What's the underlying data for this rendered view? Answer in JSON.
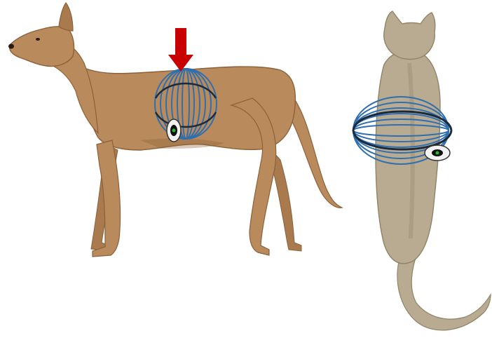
{
  "image": {
    "subjects": [
      {
        "id": "dog",
        "view": "side",
        "device": "coil-harness-with-sensor"
      },
      {
        "id": "cat",
        "view": "top-down",
        "device": "coil-harness-with-sensor"
      }
    ],
    "indicator": {
      "type": "arrow-down"
    }
  },
  "colors": {
    "background": "#ffffff",
    "dog_fur": "#b98a5c",
    "dog_shadow": "#8c6039",
    "cat_fur": "#b8ab91",
    "cat_shadow": "#8f8369",
    "coil": "#2f6fb0",
    "coil_dark": "#1b2a3a",
    "sensor_body": "#f2f2f2",
    "sensor_led": "#29b532",
    "arrow": "#c80000"
  }
}
